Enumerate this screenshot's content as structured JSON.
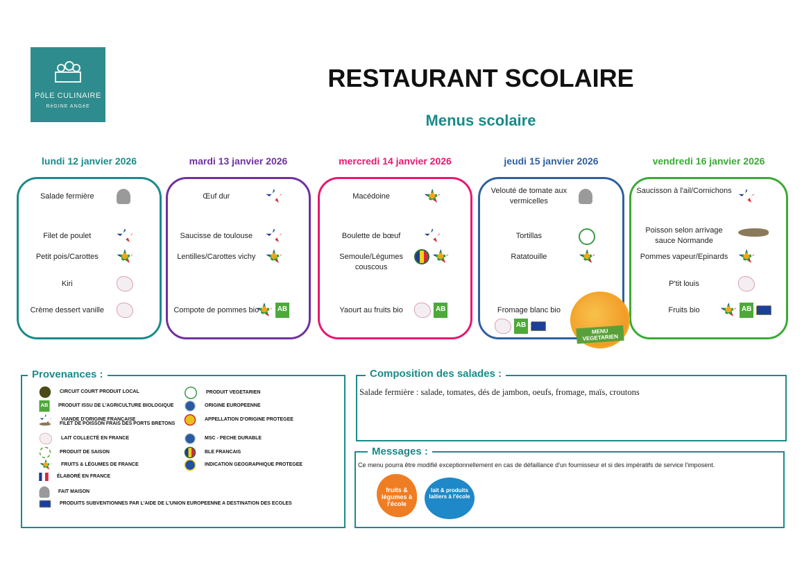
{
  "logo": {
    "line1": "PôLE CULINAIRE",
    "line2": "RéGINE ANGéE"
  },
  "header": {
    "title": "RESTAURANT SCOLAIRE",
    "subtitle": "Menus scolaire"
  },
  "colors": {
    "teal": "#1a8a8a",
    "purple": "#7030a0",
    "pink": "#e8176e",
    "blue": "#2e5fa0",
    "green": "#3aaa35"
  },
  "days": [
    {
      "label": "lundi 12 janvier 2026",
      "items": [
        {
          "text": "Salade fermière",
          "icons": [
            "chef"
          ]
        },
        {
          "text": "Filet de poulet",
          "icons": [
            "star"
          ]
        },
        {
          "text": "Petit pois/Carottes",
          "icons": [
            "fruitstar"
          ]
        },
        {
          "text": "Kiri",
          "icons": [
            "lait"
          ]
        },
        {
          "text": "Crème dessert vanille",
          "icons": [
            "lait"
          ]
        }
      ]
    },
    {
      "label": "mardi 13 janvier 2026",
      "items": [
        {
          "text": "Œuf dur",
          "icons": [
            "star"
          ]
        },
        {
          "text": "Saucisse de toulouse",
          "icons": [
            "star"
          ]
        },
        {
          "text": "Lentilles/Carottes vichy",
          "icons": [
            "fruitstar"
          ]
        },
        {
          "text": "Compote de pommes bio",
          "icons": [
            "fruitstar",
            "ab"
          ]
        }
      ]
    },
    {
      "label": "mercredi 14 janvier 2026",
      "items": [
        {
          "text": "Macédoine",
          "icons": [
            "fruitstar"
          ]
        },
        {
          "text": "Boulette de bœuf",
          "icons": [
            "star"
          ]
        },
        {
          "text": "Semoule/Légumes couscous",
          "icons": [
            "ble",
            "fruitstar"
          ]
        },
        {
          "text": "Yaourt au fruits bio",
          "icons": [
            "lait",
            "ab"
          ]
        }
      ]
    },
    {
      "label": "jeudi 15 janvier 2026",
      "items": [
        {
          "text": "Velouté de tomate aux vermicelles",
          "icons": [
            "chef"
          ]
        },
        {
          "text": "Tortillas",
          "icons": [
            "veg"
          ]
        },
        {
          "text": "Ratatouille",
          "icons": [
            "fruitstar"
          ]
        },
        {
          "text": "Fromage blanc bio",
          "icons": [
            "lait",
            "ab",
            "eu"
          ]
        }
      ],
      "badge": "MENU VEGETARIEN"
    },
    {
      "label": "vendredi 16 janvier 2026",
      "items": [
        {
          "text": "Saucisson à l'ail/Cornichons",
          "icons": [
            "star"
          ]
        },
        {
          "text": "Poisson selon arrivage sauce Normande",
          "icons": [
            "fish"
          ]
        },
        {
          "text": "Pommes vapeur/Epinards",
          "icons": [
            "fruitstar"
          ]
        },
        {
          "text": "P'tit louis",
          "icons": [
            "lait"
          ]
        },
        {
          "text": "Fruits  bio",
          "icons": [
            "fruitstar",
            "ab",
            "eu"
          ]
        }
      ]
    }
  ],
  "provenances": {
    "title": "Provenances :",
    "left": [
      {
        "icon": "local",
        "text": "CIRCUIT COURT PRODUIT LOCAL"
      },
      {
        "icon": "ab",
        "text": "PRODUIT ISSU DE L'AGRICULTURE BIOLOGIQUE"
      },
      {
        "icon": "star",
        "text": "VIANDE D'ORIGINE FRANÇAISE"
      },
      {
        "icon": "fishsm",
        "text": "FILET DE POISSON FRAIS DES PORTS BRETONS"
      },
      {
        "icon": "lait",
        "text": "LAIT COLLECTÉ EN FRANCE"
      },
      {
        "icon": "saison",
        "text": "PRODUIT DE SAISON"
      },
      {
        "icon": "fruitstar",
        "text": "FRUITS & LÉGUMES DE FRANCE"
      },
      {
        "icon": "elab",
        "text": "ÉLABORÉ EN FRANCE"
      },
      {
        "icon": "chef",
        "text": "FAIT MAISON"
      },
      {
        "icon": "eu",
        "text": "PRODUITS SUBVENTIONNES PAR L'AIDE DE L'UNION EUROPEENNE A DESTINATION DES ECOLES"
      }
    ],
    "right": [
      {
        "icon": "veg",
        "text": "PRODUIT VEGETARIEN"
      },
      {
        "icon": "msc",
        "text": "ORIGINE EUROPEENNE"
      },
      {
        "icon": "aop",
        "text": "APPELLATION D'ORIGINE PROTEGEE"
      },
      {
        "icon": "msc",
        "text": "MSC - PECHE DURABLE"
      },
      {
        "icon": "ble",
        "text": "BLE FRANCAIS"
      },
      {
        "icon": "igp",
        "text": "INDICATION GEOGRAPHIQUE PROTEGEE"
      }
    ]
  },
  "composition": {
    "title": "Composition des salades :",
    "text": "Salade fermière : salade, tomates, dés de jambon, oeufs, fromage, maïs, croutons"
  },
  "messages": {
    "title": "Messages :",
    "text": "Ce menu pourra être modifié exceptionnellement en cas de défaillance d'un fournisseur et si des impératifs de service l'imposent.",
    "logo1": "fruits & légumes à l'école",
    "logo2": "lait & produits laitiers à l'école"
  }
}
